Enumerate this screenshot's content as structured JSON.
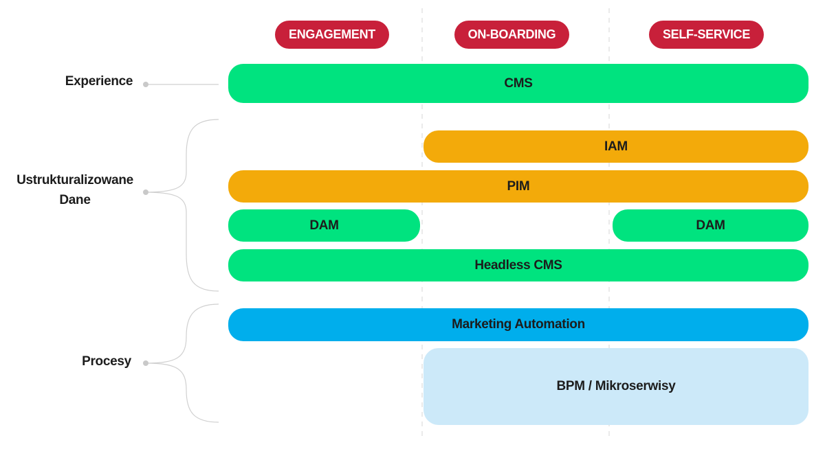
{
  "columns": {
    "engagement": "ENGAGEMENT",
    "onboarding": "ON-BOARDING",
    "selfservice": "SELF-SERVICE"
  },
  "rows": {
    "experience": "Experience",
    "structured_line1": "Ustrukturalizowane",
    "structured_line2": "Dane",
    "processes": "Procesy"
  },
  "bars": {
    "cms": "CMS",
    "iam": "IAM",
    "pim": "PIM",
    "dam_left": "DAM",
    "dam_right": "DAM",
    "headless_cms": "Headless CMS",
    "marketing_automation": "Marketing Automation",
    "bpm": "BPM / Mikroserwisy"
  },
  "colors": {
    "header": "#c8203a",
    "green": "#00e37f",
    "orange": "#f3aa0a",
    "blue": "#00aeec",
    "lightblue": "#cce9f9"
  }
}
